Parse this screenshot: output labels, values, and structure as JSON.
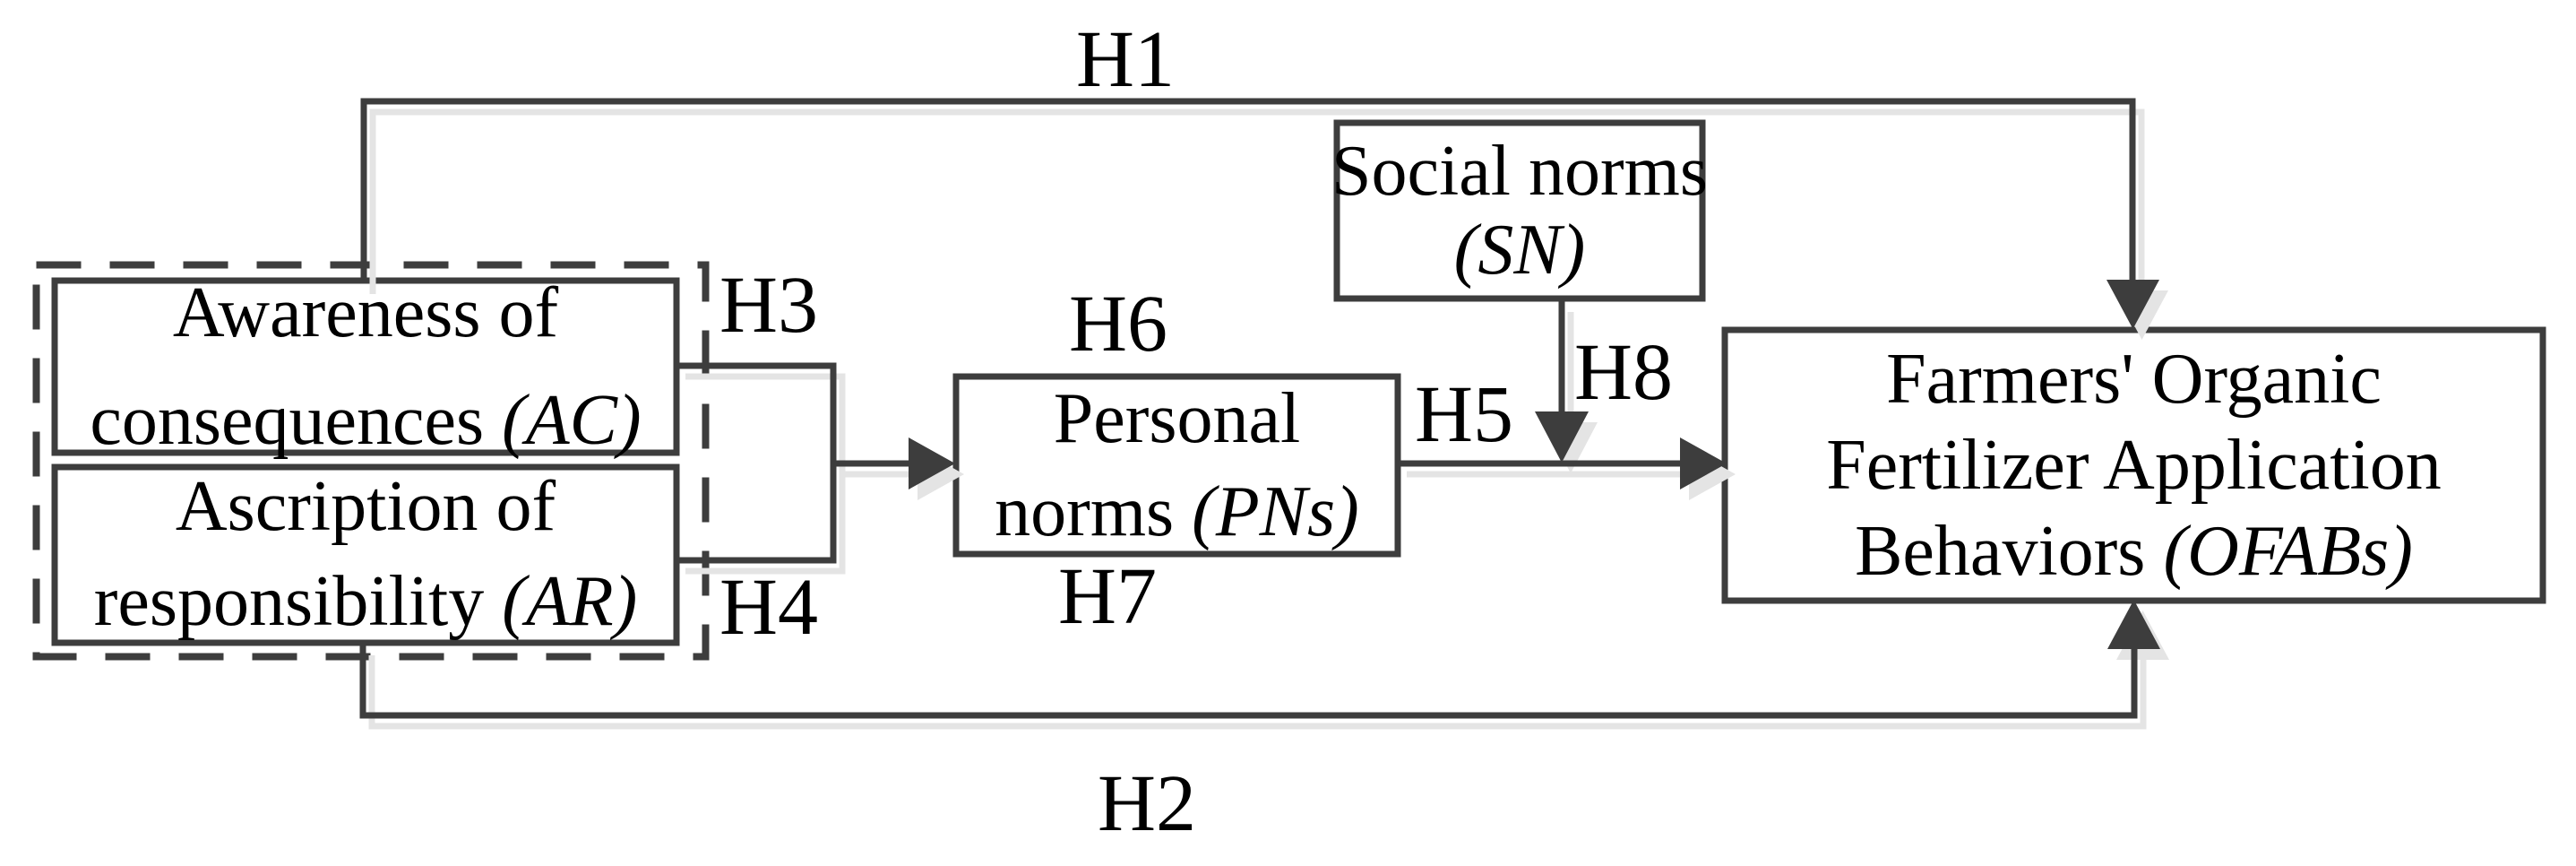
{
  "figure": {
    "type": "hypothesis-path-diagram",
    "colors": {
      "line": "#3d3d3d",
      "shadow": "#e4e4e4",
      "text": "#000000",
      "background": "#ffffff"
    },
    "boxes": {
      "awareness": {
        "line1": "Awareness of",
        "line2_text": "consequences ",
        "line2_abbr": "(AC)"
      },
      "ascription": {
        "line1": "Ascription of",
        "line2_text": "responsibility ",
        "line2_abbr": "(AR)"
      },
      "personal_norms": {
        "line1": "Personal",
        "line2_text": "norms ",
        "line2_abbr": "(PNs)"
      },
      "social_norms": {
        "line1": "Social norms",
        "line2_abbr": "(SN)"
      },
      "behaviors": {
        "line1": "Farmers' Organic",
        "line2": "Fertilizer Application",
        "line3_text": "Behaviors ",
        "line3_abbr": "(OFABs)"
      }
    },
    "labels": {
      "h1": "H1",
      "h2": "H2",
      "h3": "H3",
      "h4": "H4",
      "h5": "H5",
      "h6": "H6",
      "h7": "H7",
      "h8": "H8"
    }
  }
}
